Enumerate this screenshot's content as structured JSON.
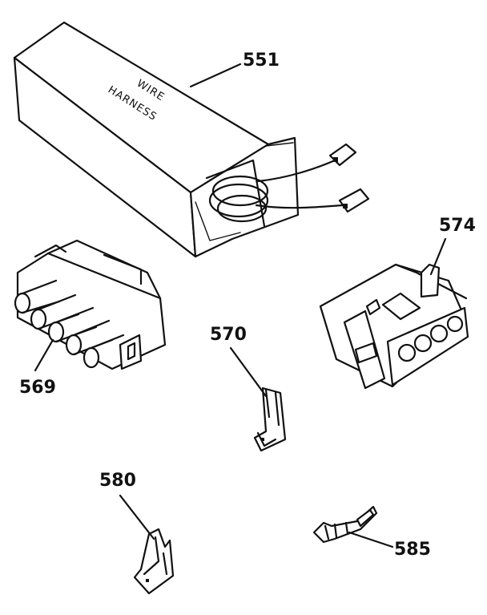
{
  "diagram": {
    "box_text": [
      "WIRE",
      "HARNESS"
    ],
    "callouts": {
      "part_551": "551",
      "part_574": "574",
      "part_569": "569",
      "part_570": "570",
      "part_580": "580",
      "part_585": "585"
    }
  }
}
